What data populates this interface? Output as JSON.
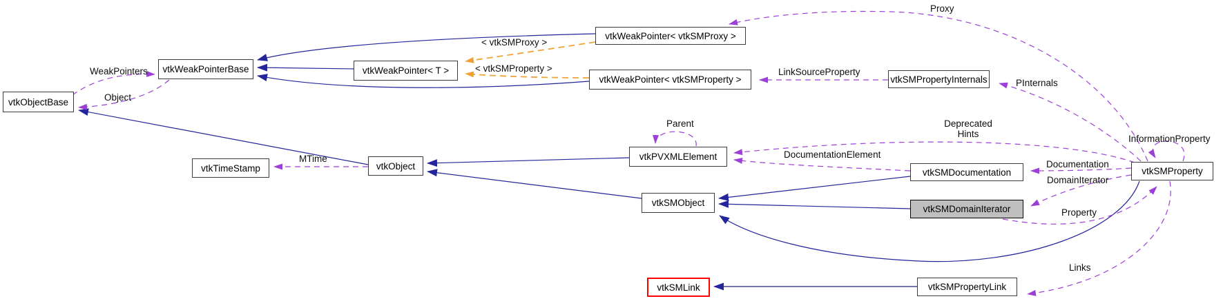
{
  "diagram": {
    "type": "class-collaboration-graph",
    "focus_class": "vtkSMDomainIterator",
    "colors": {
      "background": "#ffffff",
      "inheritance_edge": "#24249b",
      "usage_edge": "#9c3fd6",
      "template_edge": "#efa335",
      "node_fill": "#ffffff",
      "node_border": "#3a3a3a",
      "focus_node_fill": "#bfbfbf",
      "external_node_border": "#ff0000",
      "text": "#000000"
    },
    "nodes": [
      {
        "id": "vtkObjectBase",
        "label": "vtkObjectBase"
      },
      {
        "id": "vtkWeakPointerBase",
        "label": "vtkWeakPointerBase"
      },
      {
        "id": "vtkWeakPointerT",
        "label": "vtkWeakPointer< T >"
      },
      {
        "id": "vtkWeakPointerVtkSMProxy",
        "label": "vtkWeakPointer< vtkSMProxy >"
      },
      {
        "id": "vtkWeakPointerVtkSMProperty",
        "label": "vtkWeakPointer< vtkSMProperty >"
      },
      {
        "id": "vtkSMPropertyInternals",
        "label": "vtkSMPropertyInternals"
      },
      {
        "id": "vtkTimeStamp",
        "label": "vtkTimeStamp"
      },
      {
        "id": "vtkObject",
        "label": "vtkObject"
      },
      {
        "id": "vtkPVXMLElement",
        "label": "vtkPVXMLElement"
      },
      {
        "id": "vtkSMDocumentation",
        "label": "vtkSMDocumentation"
      },
      {
        "id": "vtkSMObject",
        "label": "vtkSMObject"
      },
      {
        "id": "vtkSMDomainIterator",
        "label": "vtkSMDomainIterator"
      },
      {
        "id": "vtkSMProperty",
        "label": "vtkSMProperty"
      },
      {
        "id": "vtkSMLink",
        "label": "vtkSMLink"
      },
      {
        "id": "vtkSMPropertyLink",
        "label": "vtkSMPropertyLink"
      }
    ],
    "edge_labels": [
      {
        "id": "weakpointers",
        "text": "WeakPointers"
      },
      {
        "id": "object",
        "text": "Object"
      },
      {
        "id": "tpl-vtksmproxy",
        "text": "< vtkSMProxy >"
      },
      {
        "id": "tpl-vtksmproperty",
        "text": "< vtkSMProperty >"
      },
      {
        "id": "linksourceproperty",
        "text": "LinkSourceProperty"
      },
      {
        "id": "proxy",
        "text": "Proxy"
      },
      {
        "id": "pinternals",
        "text": "PInternals"
      },
      {
        "id": "parent",
        "text": "Parent"
      },
      {
        "id": "deprecated",
        "text": "Deprecated"
      },
      {
        "id": "hints",
        "text": "Hints"
      },
      {
        "id": "informationproperty",
        "text": "InformationProperty"
      },
      {
        "id": "documentationelement",
        "text": "DocumentationElement"
      },
      {
        "id": "documentation",
        "text": "Documentation"
      },
      {
        "id": "domainiterator",
        "text": "DomainIterator"
      },
      {
        "id": "mtime",
        "text": "MTime"
      },
      {
        "id": "property",
        "text": "Property"
      },
      {
        "id": "links",
        "text": "Links"
      }
    ]
  }
}
